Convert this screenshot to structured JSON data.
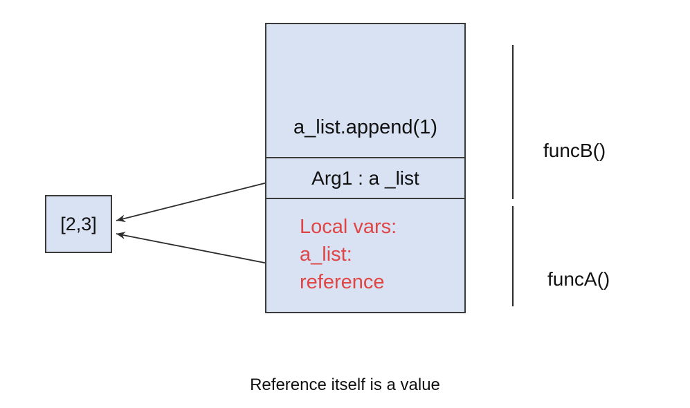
{
  "colors": {
    "box_fill": "#d9e2f3",
    "box_border": "#3a3a3a",
    "accent_red": "#e04545",
    "text_black": "#111111",
    "line_color": "#2d2d2d"
  },
  "stack_diagram": {
    "frame": {
      "statement": "a_list.append(1)",
      "arg": "Arg1 : a _list",
      "local_vars": [
        "Local vars:",
        "a_list:",
        "reference"
      ]
    },
    "heap_object": {
      "value": "[2,3]"
    },
    "frame_labels": {
      "funcB": "funcB()",
      "funcA": "funcA()"
    }
  },
  "caption": "Reference itself is a value"
}
